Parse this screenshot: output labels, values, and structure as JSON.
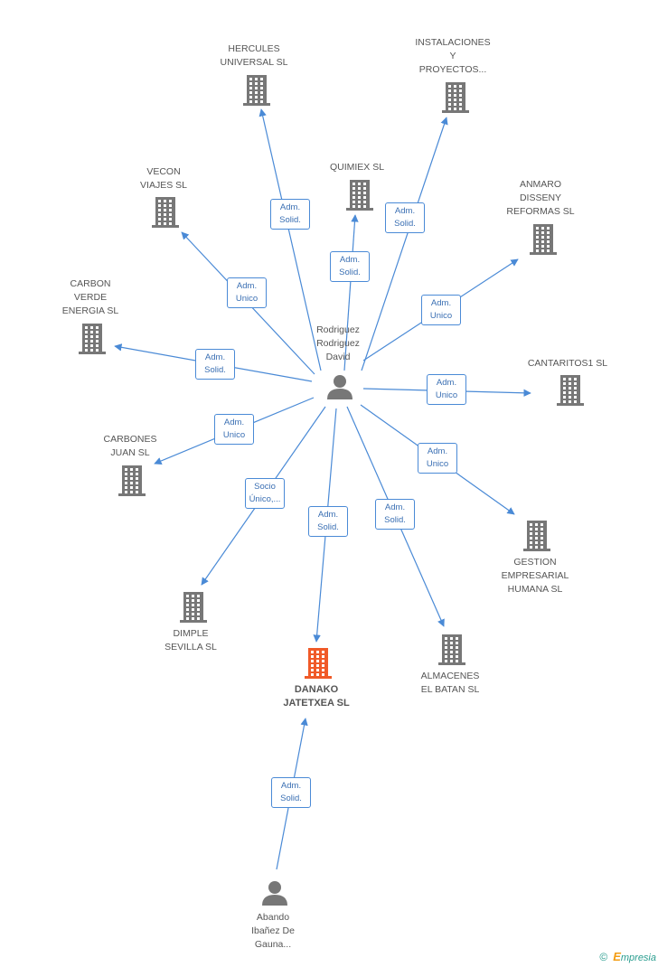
{
  "nodes": [
    {
      "id": "hercules",
      "type": "company",
      "lines": [
        "HERCULES",
        "UNIVERSAL SL"
      ]
    },
    {
      "id": "instalaciones",
      "type": "company",
      "lines": [
        "INSTALACIONES",
        "Y",
        "PROYECTOS..."
      ]
    },
    {
      "id": "quimiex",
      "type": "company",
      "lines": [
        "QUIMIEX SL"
      ]
    },
    {
      "id": "vecon",
      "type": "company",
      "lines": [
        "VECON",
        "VIAJES SL"
      ]
    },
    {
      "id": "anmaro",
      "type": "company",
      "lines": [
        "ANMARO",
        "DISSENY",
        "REFORMAS SL"
      ]
    },
    {
      "id": "carbon_verde",
      "type": "company",
      "lines": [
        "CARBON",
        "VERDE",
        "ENERGIA SL"
      ]
    },
    {
      "id": "cantaritos",
      "type": "company",
      "lines": [
        "CANTARITOS1 SL"
      ]
    },
    {
      "id": "carbones",
      "type": "company",
      "lines": [
        "CARBONES",
        "JUAN SL"
      ]
    },
    {
      "id": "gestion",
      "type": "company",
      "lines": [
        "GESTION",
        "EMPRESARIAL",
        "HUMANA SL"
      ]
    },
    {
      "id": "dimple",
      "type": "company",
      "lines": [
        "DIMPLE",
        "SEVILLA SL"
      ]
    },
    {
      "id": "almacenes",
      "type": "company",
      "lines": [
        "ALMACENES",
        "EL BATAN SL"
      ]
    },
    {
      "id": "danako",
      "type": "company-focus",
      "lines": [
        "DANAKO",
        "JATETXEA SL"
      ]
    },
    {
      "id": "rodriguez",
      "type": "person",
      "lines": [
        "Rodriguez",
        "Rodriguez",
        "David"
      ]
    },
    {
      "id": "abando",
      "type": "person",
      "lines": [
        "Abando",
        "Ibañez De",
        "Gauna..."
      ]
    }
  ],
  "edges": [
    {
      "from": "rodriguez",
      "to": "hercules",
      "lines": [
        "Adm.",
        "Solid."
      ]
    },
    {
      "from": "rodriguez",
      "to": "instalaciones",
      "lines": [
        "Adm.",
        "Solid."
      ]
    },
    {
      "from": "rodriguez",
      "to": "quimiex",
      "lines": [
        "Adm.",
        "Solid."
      ]
    },
    {
      "from": "rodriguez",
      "to": "vecon",
      "lines": [
        "Adm.",
        "Unico"
      ]
    },
    {
      "from": "rodriguez",
      "to": "anmaro",
      "lines": [
        "Adm.",
        "Unico"
      ]
    },
    {
      "from": "rodriguez",
      "to": "carbon_verde",
      "lines": [
        "Adm.",
        "Solid."
      ]
    },
    {
      "from": "rodriguez",
      "to": "cantaritos",
      "lines": [
        "Adm.",
        "Unico"
      ]
    },
    {
      "from": "rodriguez",
      "to": "carbones",
      "lines": [
        "Adm.",
        "Unico"
      ]
    },
    {
      "from": "rodriguez",
      "to": "gestion",
      "lines": [
        "Adm.",
        "Unico"
      ]
    },
    {
      "from": "rodriguez",
      "to": "dimple",
      "lines": [
        "Socio",
        "Único,..."
      ]
    },
    {
      "from": "rodriguez",
      "to": "danako",
      "lines": [
        "Adm.",
        "Solid."
      ]
    },
    {
      "from": "rodriguez",
      "to": "almacenes",
      "lines": [
        "Adm.",
        "Solid."
      ]
    },
    {
      "from": "abando",
      "to": "danako",
      "lines": [
        "Adm.",
        "Solid."
      ]
    }
  ],
  "colors": {
    "edge": "#4a8ad6",
    "company_icon": "#777777",
    "focus_icon": "#f05a28",
    "person_icon": "#777777"
  },
  "brand": {
    "copyright": "©",
    "initial": "E",
    "rest": "mpresia"
  }
}
